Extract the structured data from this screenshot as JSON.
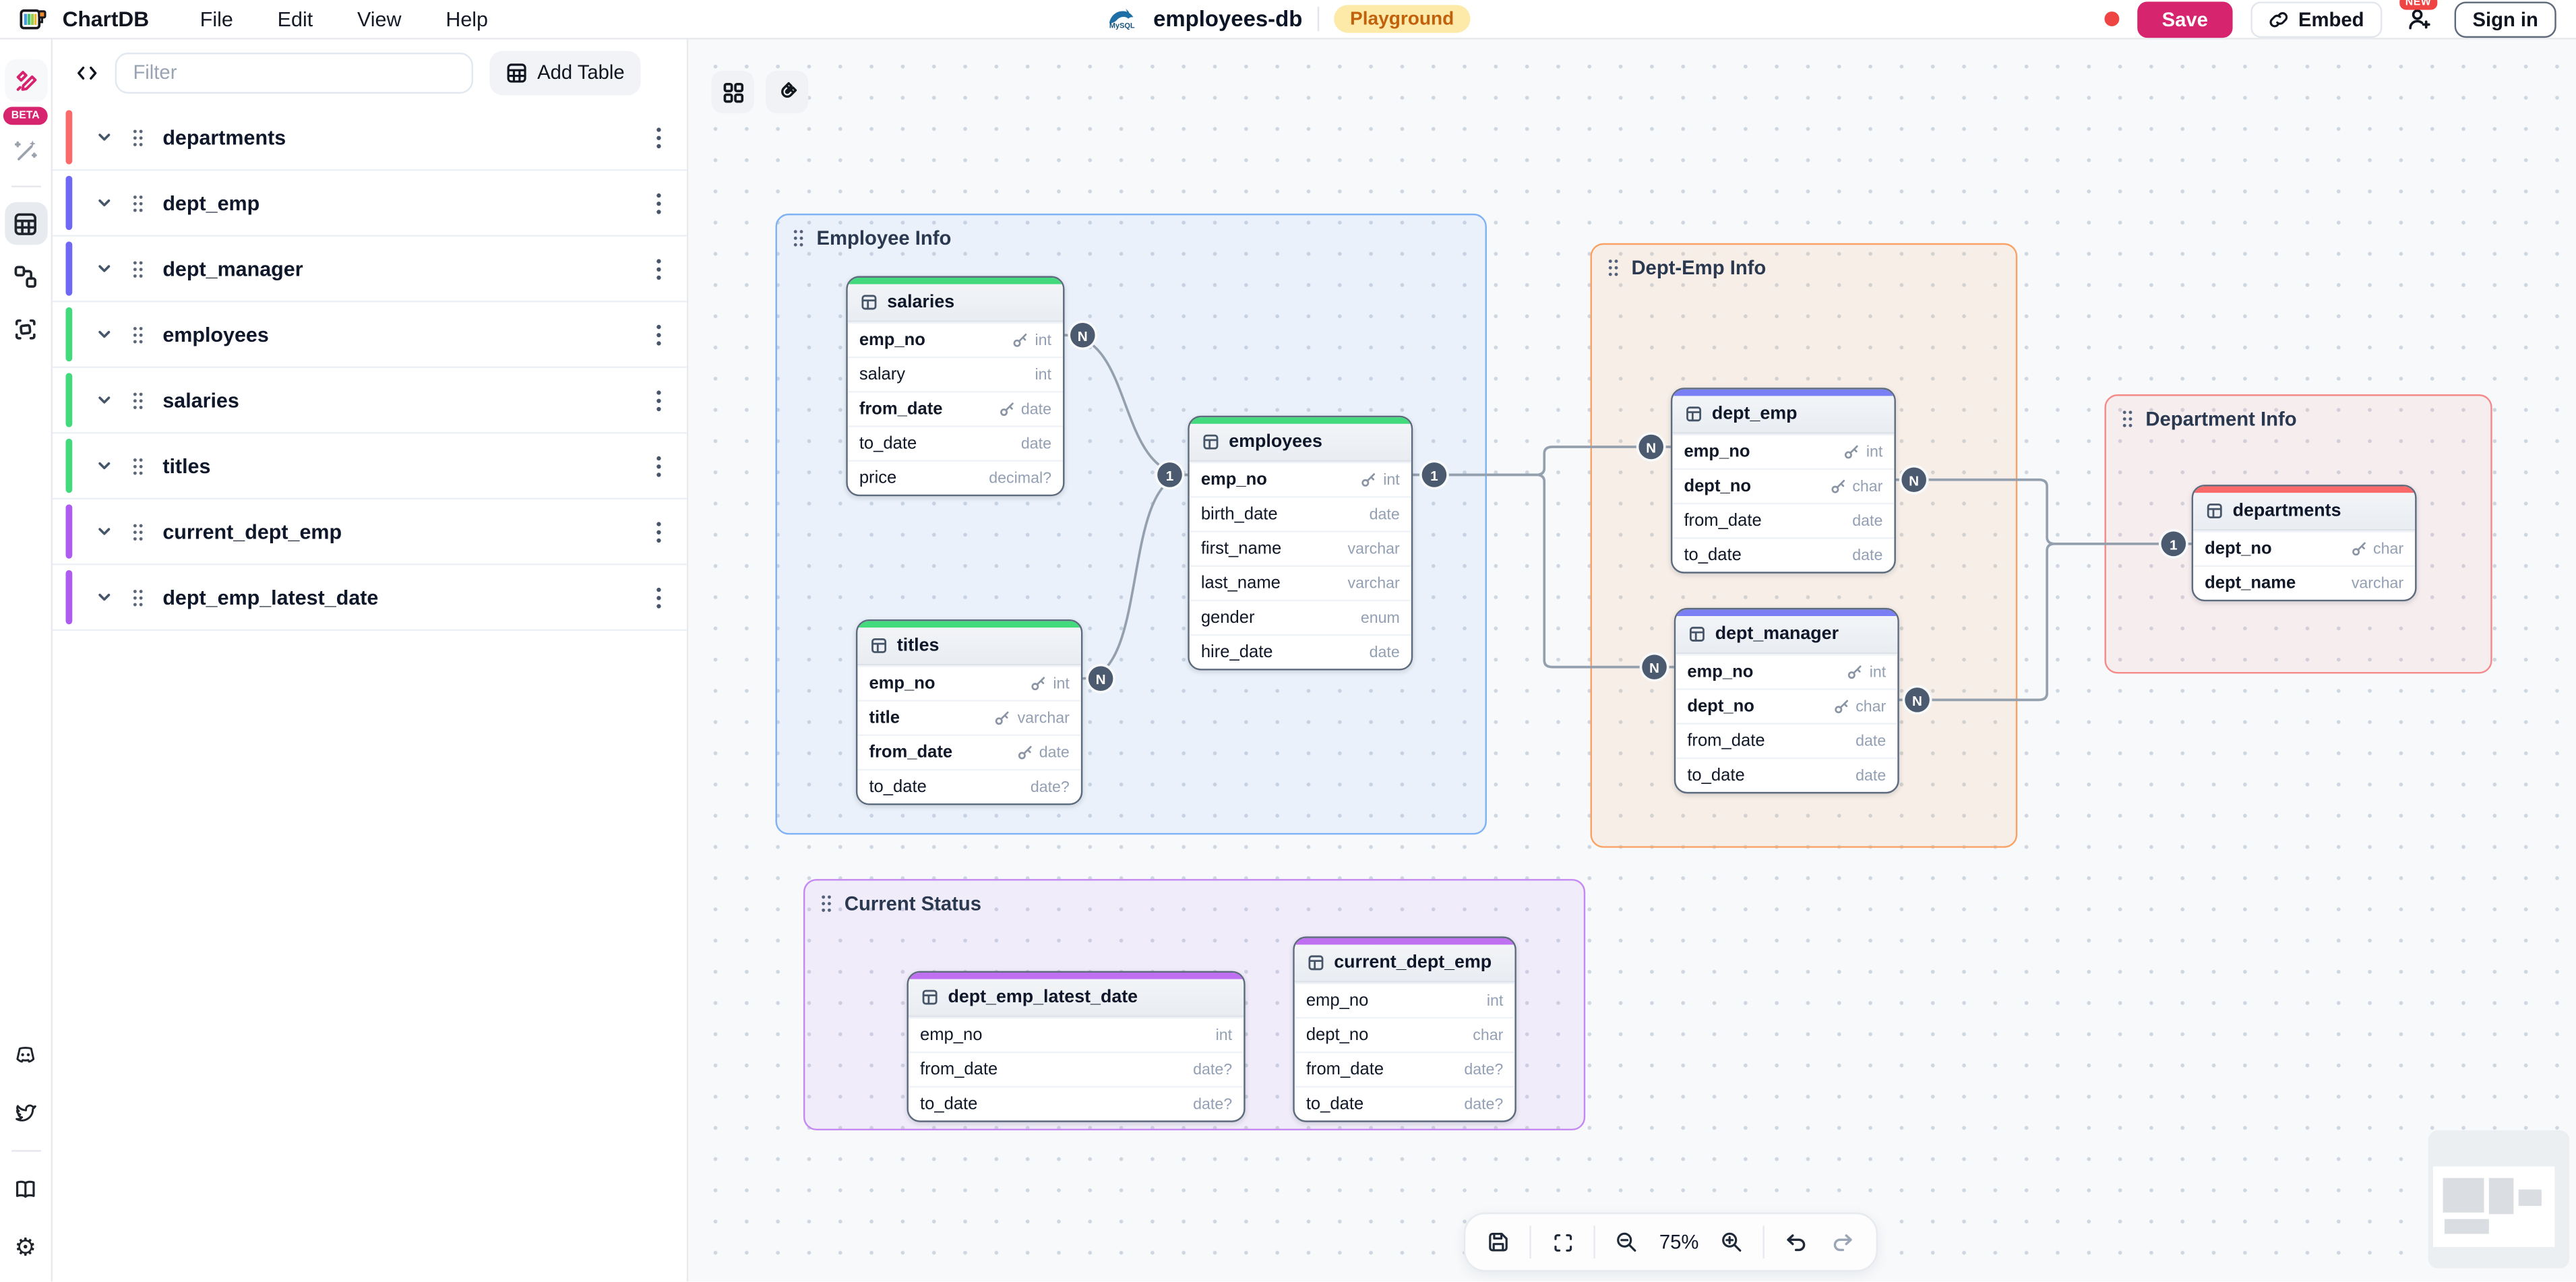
{
  "topbar": {
    "app_name": "ChartDB",
    "menus": [
      "File",
      "Edit",
      "View",
      "Help"
    ],
    "database": {
      "name": "employees-db",
      "engine": "MySQL"
    },
    "environment_badge": "Playground",
    "save_label": "Save",
    "embed_label": "Embed",
    "new_badge": "NEW",
    "sign_in_label": "Sign in"
  },
  "rail": {
    "beta_label": "BETA"
  },
  "icons": {
    "gear": "⚙"
  },
  "sidebar": {
    "filter_placeholder": "Filter",
    "add_table_label": "Add Table",
    "tables": [
      {
        "name": "departments",
        "color": "#fa6a6a"
      },
      {
        "name": "dept_emp",
        "color": "#6e68f4"
      },
      {
        "name": "dept_manager",
        "color": "#6e68f4"
      },
      {
        "name": "employees",
        "color": "#43d97d"
      },
      {
        "name": "salaries",
        "color": "#43d97d"
      },
      {
        "name": "titles",
        "color": "#43d97d"
      },
      {
        "name": "current_dept_emp",
        "color": "#ae5cf0"
      },
      {
        "name": "dept_emp_latest_date",
        "color": "#ae5cf0"
      }
    ]
  },
  "canvas": {
    "zoom_level": "75%",
    "areas": [
      {
        "id": "employee-info",
        "label": "Employee Info",
        "border": "#7fb2f5",
        "fill": "rgba(125,177,245,0.10)"
      },
      {
        "id": "dept-emp-info",
        "label": "Dept-Emp Info",
        "border": "#f9a266",
        "fill": "rgba(250,170,100,0.13)"
      },
      {
        "id": "department-info",
        "label": "Department Info",
        "border": "#f58a8a",
        "fill": "rgba(250,140,140,0.10)"
      },
      {
        "id": "current-status",
        "label": "Current Status",
        "border": "#c689f2",
        "fill": "rgba(190,130,240,0.10)"
      }
    ],
    "tables": [
      {
        "id": "salaries",
        "name": "salaries",
        "color": "#43d97d",
        "fields": [
          {
            "name": "emp_no",
            "type": "int",
            "pk": true
          },
          {
            "name": "salary",
            "type": "int"
          },
          {
            "name": "from_date",
            "type": "date",
            "pk": true
          },
          {
            "name": "to_date",
            "type": "date"
          },
          {
            "name": "price",
            "type": "decimal?"
          }
        ]
      },
      {
        "id": "employees",
        "name": "employees",
        "color": "#43d97d",
        "fields": [
          {
            "name": "emp_no",
            "type": "int",
            "pk": true
          },
          {
            "name": "birth_date",
            "type": "date"
          },
          {
            "name": "first_name",
            "type": "varchar"
          },
          {
            "name": "last_name",
            "type": "varchar"
          },
          {
            "name": "gender",
            "type": "enum"
          },
          {
            "name": "hire_date",
            "type": "date"
          }
        ]
      },
      {
        "id": "titles",
        "name": "titles",
        "color": "#43d97d",
        "fields": [
          {
            "name": "emp_no",
            "type": "int",
            "pk": true
          },
          {
            "name": "title",
            "type": "varchar",
            "pk": true
          },
          {
            "name": "from_date",
            "type": "date",
            "pk": true
          },
          {
            "name": "to_date",
            "type": "date?"
          }
        ]
      },
      {
        "id": "dept_emp",
        "name": "dept_emp",
        "color": "#7a80f4",
        "fields": [
          {
            "name": "emp_no",
            "type": "int",
            "pk": true
          },
          {
            "name": "dept_no",
            "type": "char",
            "pk": true
          },
          {
            "name": "from_date",
            "type": "date"
          },
          {
            "name": "to_date",
            "type": "date"
          }
        ]
      },
      {
        "id": "dept_manager",
        "name": "dept_manager",
        "color": "#7a80f4",
        "fields": [
          {
            "name": "emp_no",
            "type": "int",
            "pk": true
          },
          {
            "name": "dept_no",
            "type": "char",
            "pk": true
          },
          {
            "name": "from_date",
            "type": "date"
          },
          {
            "name": "to_date",
            "type": "date"
          }
        ]
      },
      {
        "id": "departments",
        "name": "departments",
        "color": "#fa6a6a",
        "fields": [
          {
            "name": "dept_no",
            "type": "char",
            "pk": true
          },
          {
            "name": "dept_name",
            "type": "varchar",
            "bold": true
          }
        ]
      },
      {
        "id": "dept_emp_latest_date",
        "name": "dept_emp_latest_date",
        "color": "#bf70f0",
        "fields": [
          {
            "name": "emp_no",
            "type": "int"
          },
          {
            "name": "from_date",
            "type": "date?"
          },
          {
            "name": "to_date",
            "type": "date?"
          }
        ]
      },
      {
        "id": "current_dept_emp",
        "name": "current_dept_emp",
        "color": "#bf70f0",
        "fields": [
          {
            "name": "emp_no",
            "type": "int"
          },
          {
            "name": "dept_no",
            "type": "char"
          },
          {
            "name": "from_date",
            "type": "date?"
          },
          {
            "name": "to_date",
            "type": "date?"
          }
        ]
      }
    ],
    "relationships": [
      {
        "from_table": "salaries",
        "from_column": "emp_no",
        "to_table": "employees",
        "to_column": "emp_no",
        "from_cardinality": "N",
        "to_cardinality": "1"
      },
      {
        "from_table": "titles",
        "from_column": "emp_no",
        "to_table": "employees",
        "to_column": "emp_no",
        "from_cardinality": "N",
        "to_cardinality": "1"
      },
      {
        "from_table": "dept_emp",
        "from_column": "emp_no",
        "to_table": "employees",
        "to_column": "emp_no",
        "from_cardinality": "N",
        "to_cardinality": "1"
      },
      {
        "from_table": "dept_manager",
        "from_column": "emp_no",
        "to_table": "employees",
        "to_column": "emp_no",
        "from_cardinality": "N",
        "to_cardinality": "1"
      },
      {
        "from_table": "dept_emp",
        "from_column": "dept_no",
        "to_table": "departments",
        "to_column": "dept_no",
        "from_cardinality": "N",
        "to_cardinality": "1"
      },
      {
        "from_table": "dept_manager",
        "from_column": "dept_no",
        "to_table": "departments",
        "to_column": "dept_no",
        "from_cardinality": "N",
        "to_cardinality": "1"
      }
    ]
  }
}
